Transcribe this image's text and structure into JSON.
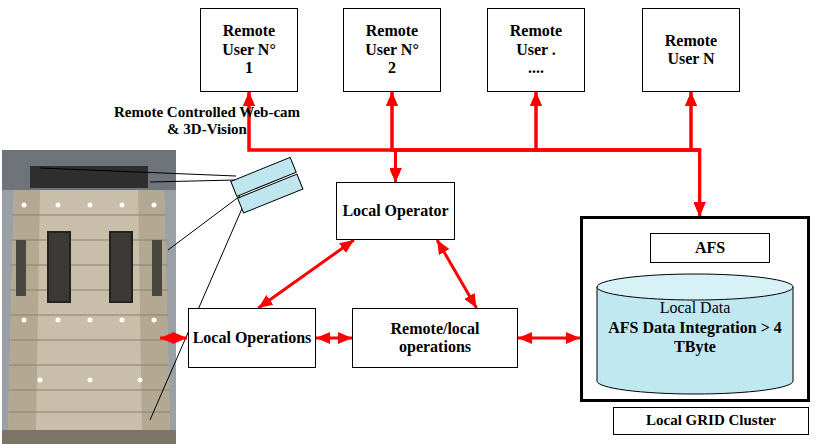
{
  "diagram": {
    "nodes": [
      {
        "text": [
          "Remote User N° 1"
        ]
      },
      {
        "text": [
          "Remote User N° 2"
        ]
      },
      {
        "text": [
          "Remote User . ...."
        ]
      },
      {
        "text": [
          "Remote User N"
        ]
      },
      {
        "text": [
          "Local Operator"
        ]
      },
      {
        "text": [
          "Local Operations"
        ]
      },
      {
        "text": [
          "Remote/local operations"
        ]
      },
      {
        "text": [
          "Local GRID Cluster"
        ]
      },
      {
        "text": [
          "AFS"
        ],
        "in": 7
      },
      {
        "text": [
          "Local Data",
          "AFS Data Integration > 4 TByte"
        ],
        "in": 7
      }
    ],
    "edges": [
      {
        "from": 0,
        "to": 4,
        "arrow": "both"
      },
      {
        "from": 1,
        "to": 4,
        "arrow": "both"
      },
      {
        "from": 2,
        "to": 4,
        "arrow": "both"
      },
      {
        "from": 3,
        "to": 4,
        "arrow": "both"
      },
      {
        "from": 0,
        "to": 7,
        "arrow": "both"
      },
      {
        "from": 1,
        "to": 7,
        "arrow": "both"
      },
      {
        "from": 2,
        "to": 7,
        "arrow": "both"
      },
      {
        "from": 3,
        "to": 7,
        "arrow": "both"
      },
      {
        "from": 4,
        "to": 5,
        "arrow": "both"
      },
      {
        "from": 4,
        "to": 6,
        "arrow": "both"
      },
      {
        "from": 5,
        "to": 6,
        "arrow": "both"
      },
      {
        "from": 6,
        "to": 7,
        "arrow": "both"
      }
    ],
    "labels": [
      "Remote Controlled Web-cam & 3D-Vision"
    ]
  }
}
